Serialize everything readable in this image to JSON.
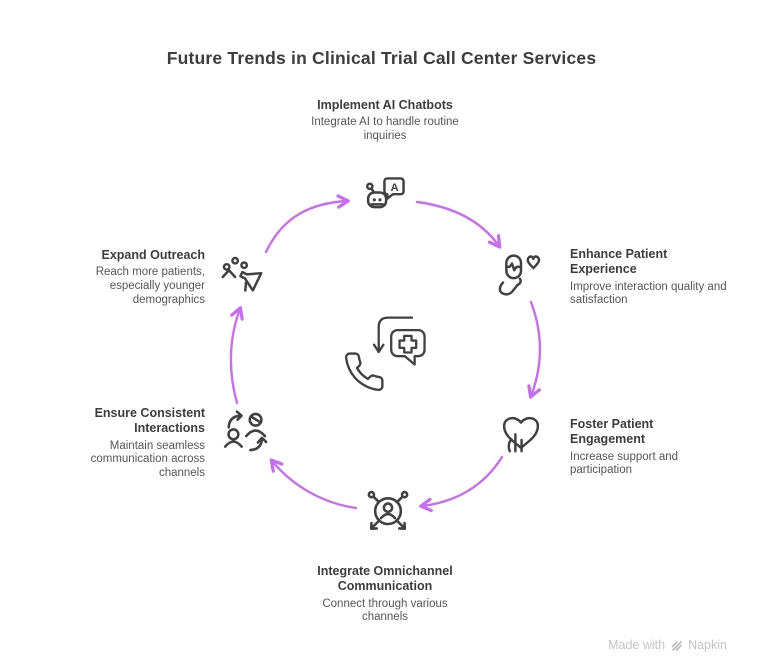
{
  "title": "Future Trends in Clinical Trial Call Center Services",
  "nodes": [
    {
      "title": "Implement AI Chatbots",
      "description": "Integrate AI to handle routine inquiries"
    },
    {
      "title": "Enhance Patient Experience",
      "description": "Improve interaction quality and satisfaction"
    },
    {
      "title": "Foster Patient Engagement",
      "description": "Increase support and participation"
    },
    {
      "title": "Integrate Omnichannel Communication",
      "description": "Connect through various channels"
    },
    {
      "title": "Ensure Consistent Interactions",
      "description": "Maintain seamless communication across channels"
    },
    {
      "title": "Expand Outreach",
      "description": "Reach more patients, especially younger demographics"
    }
  ],
  "icons": {
    "center": "phone-medical-chat-icon",
    "node0": "ai-chatbot-icon",
    "node1": "patient-heart-icon",
    "node2": "heart-tap-icon",
    "node3": "omnichannel-network-icon",
    "node4": "user-exchange-icon",
    "node5": "megaphone-outreach-icon",
    "chatbot_letter": "A"
  },
  "colors": {
    "arrow": "#c76df0",
    "icon_stroke": "#414141",
    "heading_text": "#3d3d3d",
    "body_text": "#565656",
    "watermark_text": "#c4c4c4"
  },
  "flow": "clockwise",
  "watermark": {
    "made_with": "Made with",
    "brand": "Napkin"
  }
}
